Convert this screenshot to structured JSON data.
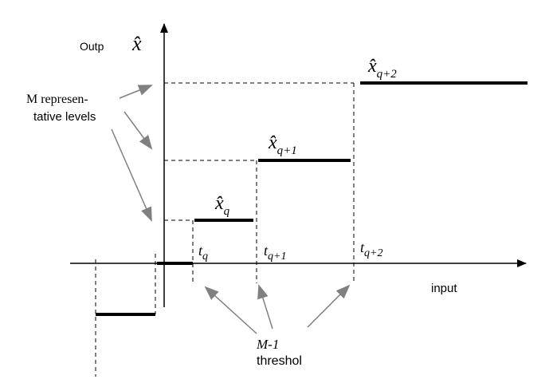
{
  "labels": {
    "output": "Outp",
    "output_symbol": "x̂",
    "levels_line1": "M represen-",
    "levels_line2": "tative levels",
    "input": "input",
    "thresholds_line1": "M-1",
    "thresholds_line2": "threshol"
  },
  "levels": [
    {
      "base": "x̂",
      "sub": "q"
    },
    {
      "base": "x̂",
      "sub": "q+1"
    },
    {
      "base": "x̂",
      "sub": "q+2"
    }
  ],
  "thresholds": [
    {
      "base": "t",
      "sub": "q"
    },
    {
      "base": "t",
      "sub": "q+1"
    },
    {
      "base": "t",
      "sub": "q+2"
    }
  ],
  "colors": {
    "line": "#000000",
    "arrow": "#808080"
  }
}
